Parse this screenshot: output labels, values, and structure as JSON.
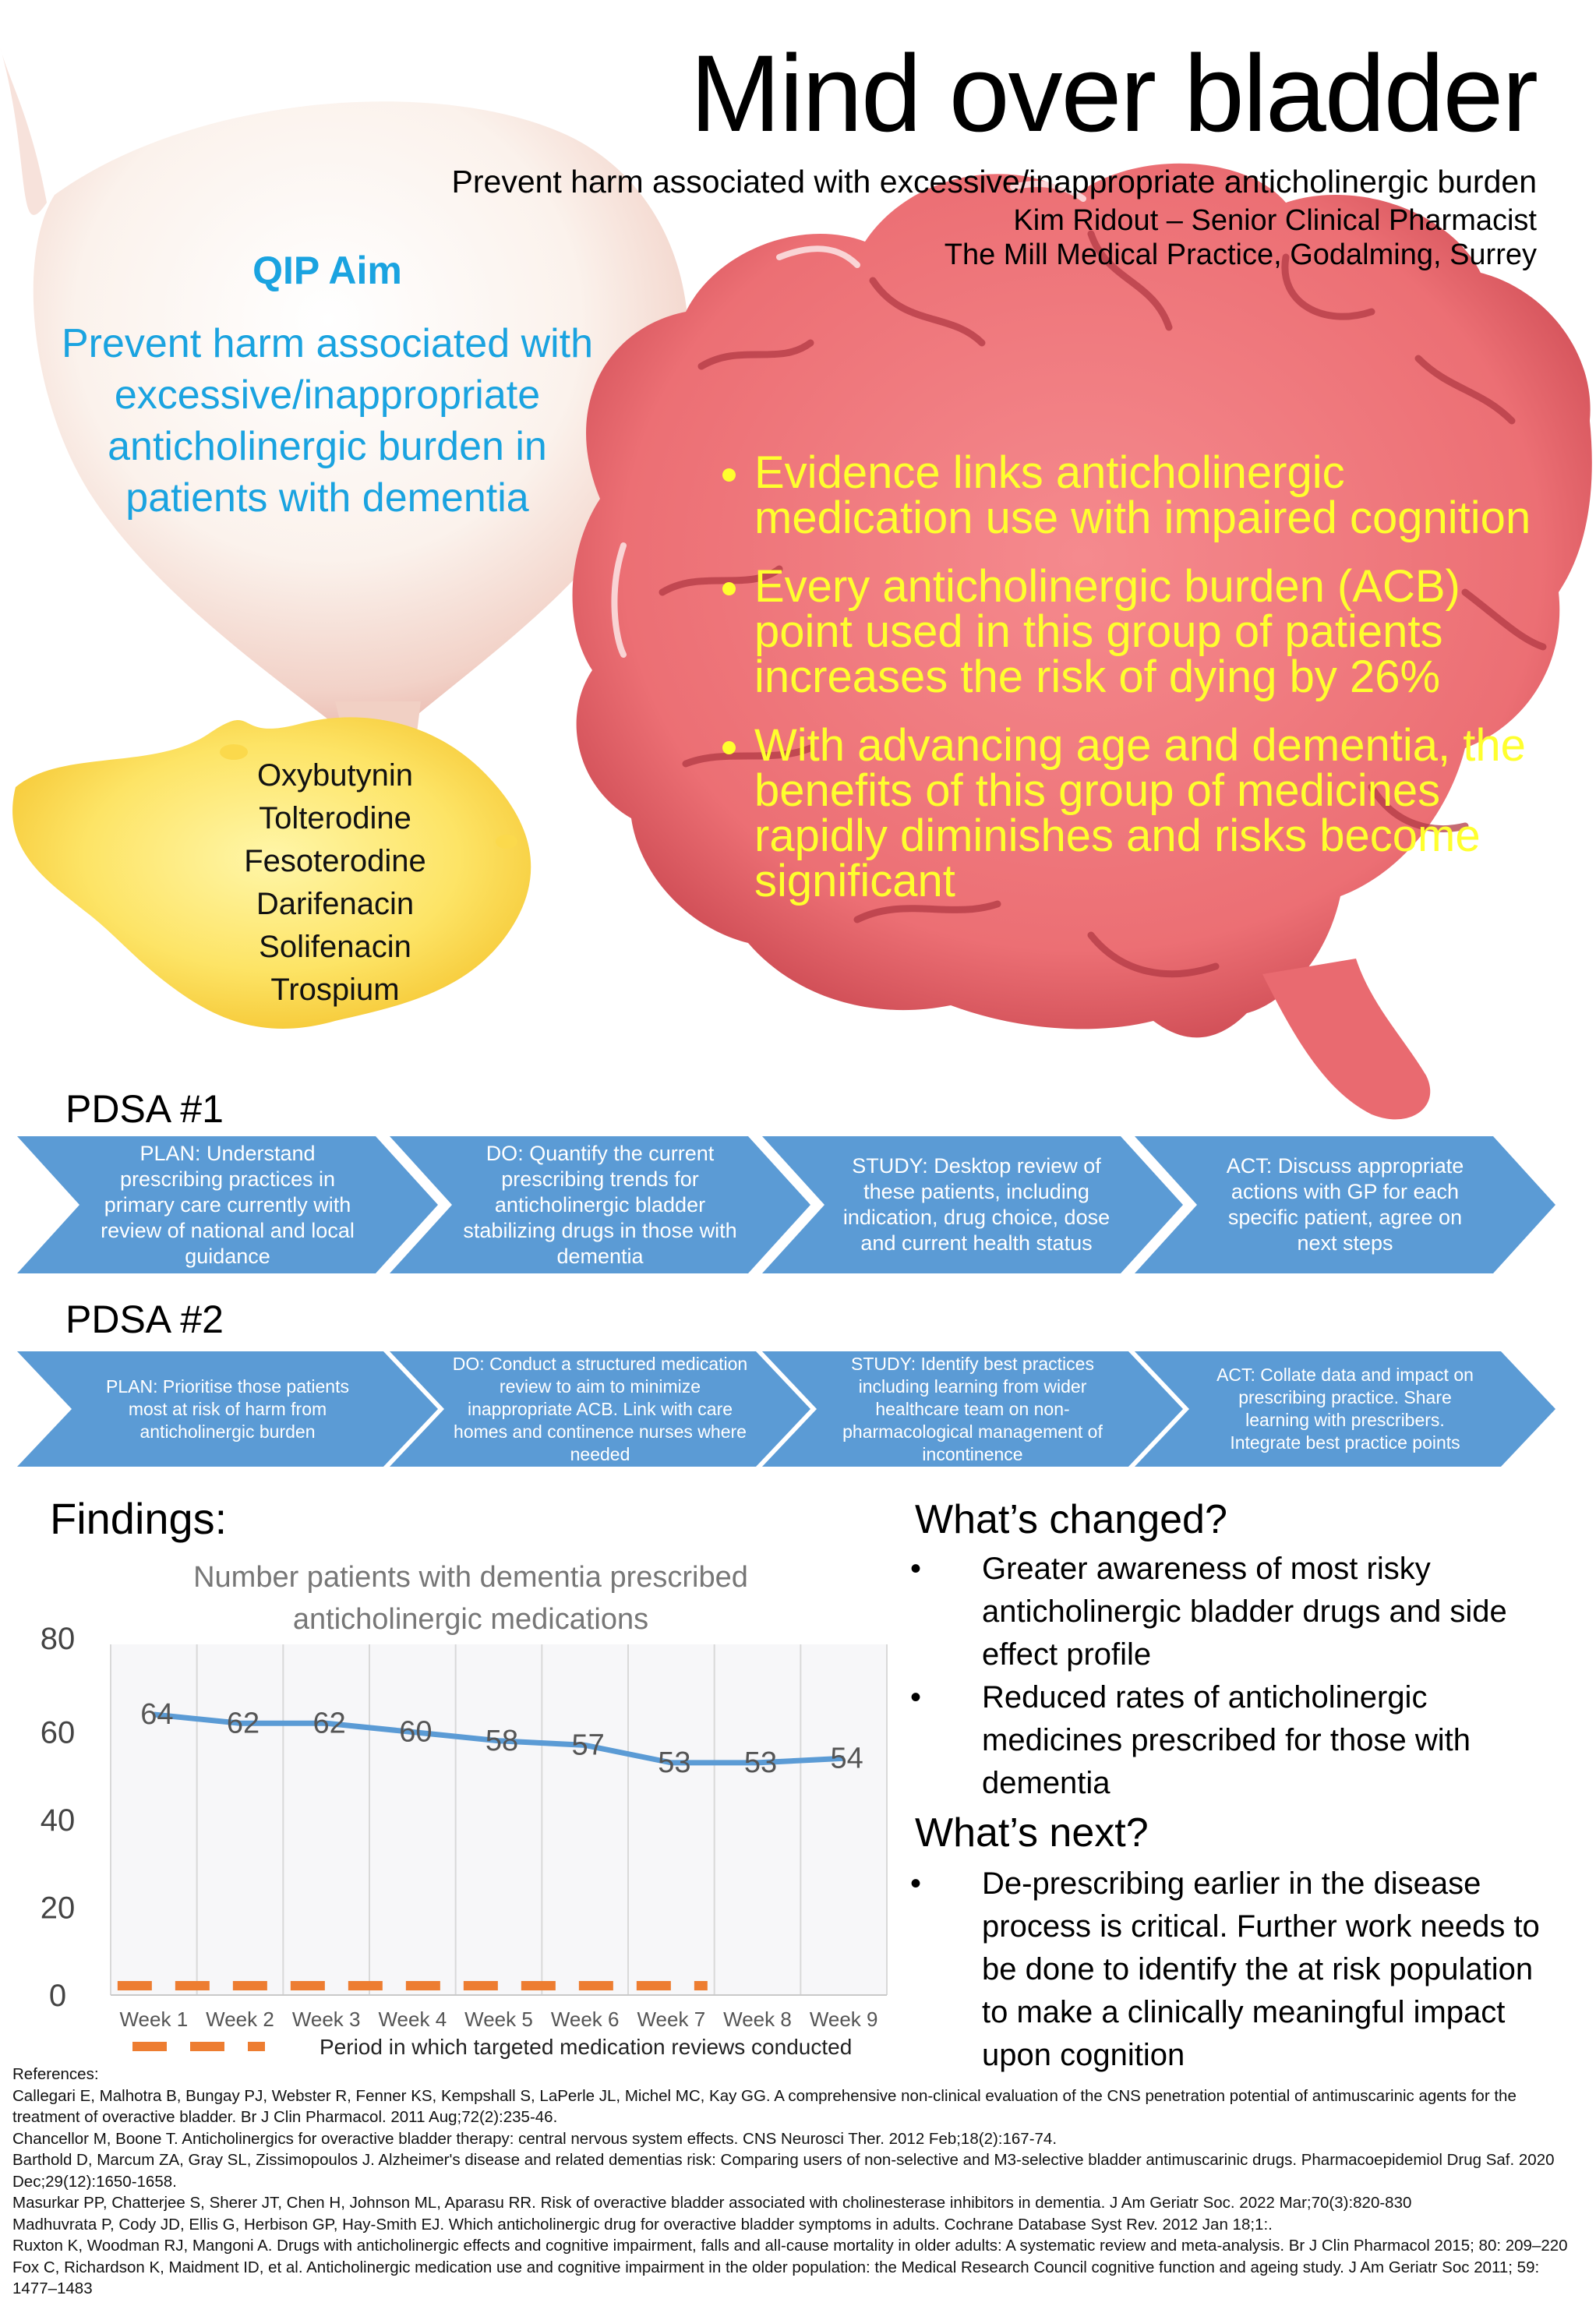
{
  "header": {
    "title": "Mind over bladder",
    "subtitle": "Prevent harm associated with excessive/inappropriate anticholinergic burden",
    "author": "Kim Ridout – Senior Clinical Pharmacist",
    "practice": "The Mill Medical Practice, Godalming, Surrey"
  },
  "qip": {
    "heading": "QIP Aim",
    "text": "Prevent harm associated with excessive/inappropriate anticholinergic burden in patients with dementia"
  },
  "drugs": [
    "Oxybutynin",
    "Tolterodine",
    "Fesoterodine",
    "Darifenacin",
    "Solifenacin",
    "Trospium"
  ],
  "evidence": [
    "Evidence links anticholinergic medication use with impaired cognition",
    "Every anticholinergic burden (ACB) point used in this group of patients increases the risk of dying by 26%",
    "With advancing age and dementia, the benefits of this group of medicines rapidly diminishes and risks become significant"
  ],
  "pdsa1": {
    "title": "PDSA #1",
    "steps": [
      "PLAN: Understand prescribing practices in primary care currently with review of national and local guidance",
      "DO: Quantify the current prescribing trends for anticholinergic bladder stabilizing drugs in those with dementia",
      "STUDY: Desktop review of these patients, including indication, drug choice, dose and current health status",
      "ACT: Discuss appropriate actions with GP for each specific patient, agree on next steps"
    ]
  },
  "pdsa2": {
    "title": "PDSA #2",
    "steps": [
      "PLAN: Prioritise those patients most at risk of harm from anticholinergic burden",
      "DO: Conduct a structured medication review to aim to minimize inappropriate ACB. Link with care homes and continence nurses where needed",
      "STUDY: Identify best practices including learning from wider healthcare team on non-pharmacological management of incontinence",
      "ACT: Collate data and impact on prescribing practice. Share learning with prescribers. Integrate best practice points"
    ]
  },
  "findings": {
    "title": "Findings:"
  },
  "chart_data": {
    "type": "line",
    "title": "Number patients with dementia prescribed anticholinergic medications",
    "categories": [
      "Week 1",
      "Week 2",
      "Week 3",
      "Week 4",
      "Week 5",
      "Week 6",
      "Week 7",
      "Week 8",
      "Week 9"
    ],
    "series": [
      {
        "name": "",
        "values": [
          64,
          62,
          62,
          60,
          58,
          57,
          53,
          53,
          54
        ],
        "color": "#5b9bd5"
      }
    ],
    "review_period": {
      "label": "Period in which targeted medication reviews conducted",
      "from": "Week 1",
      "to": "Week 7",
      "color": "#ed7d31"
    },
    "ylim": [
      0,
      80
    ],
    "yticks": [
      0,
      20,
      40,
      60,
      80
    ],
    "grid": "vertical",
    "legend": "bottom"
  },
  "changed": {
    "title": "What’s changed?",
    "bullet": "•",
    "items": [
      "Greater awareness of most risky anticholinergic bladder drugs and side effect profile",
      "Reduced rates of anticholinergic medicines prescribed for those with dementia"
    ]
  },
  "next": {
    "title": "What’s next?",
    "bullet": "•",
    "items": [
      "De-prescribing earlier in the disease process is critical. Further work needs to be done to identify the at risk population to make a clinically meaningful impact upon cognition"
    ]
  },
  "references": [
    "References:",
    "Callegari E, Malhotra B, Bungay PJ, Webster R, Fenner KS, Kempshall S, LaPerle JL, Michel MC, Kay GG. A comprehensive non-clinical evaluation of the CNS  penetration potential of antimuscarinic agents for the treatment of overactive bladder. Br J Clin Pharmacol. 2011 Aug;72(2):235-46.",
    "Chancellor M, Boone T. Anticholinergics for overactive bladder therapy: central nervous system effects. CNS Neurosci Ther. 2012 Feb;18(2):167-74.",
    "Barthold D, Marcum ZA, Gray SL, Zissimopoulos J. Alzheimer's disease and related dementias risk: Comparing users of non-selective and M3-selective bladder antimuscarinic drugs. Pharmacoepidemiol Drug Saf. 2020 Dec;29(12):1650-1658.",
    "Masurkar PP, Chatterjee S, Sherer JT, Chen H, Johnson ML, Aparasu RR. Risk of overactive bladder associated with cholinesterase inhibitors in dementia. J Am Geriatr Soc. 2022 Mar;70(3):820-830",
    "Madhuvrata P, Cody JD, Ellis G, Herbison GP, Hay-Smith EJ. Which anticholinergic drug for overactive bladder symptoms in adults. Cochrane Database Syst Rev. 2012 Jan 18;1:.",
    "Ruxton K, Woodman RJ, Mangoni A. Drugs with anticholinergic effects and cognitive impairment, falls and all-cause mortality in older adults: A systematic review and meta-analysis. Br J Clin Pharmacol 2015; 80: 209–220",
    "Fox C, Richardson K, Maidment ID, et al. Anticholinergic medication use and cognitive impairment in the older population: the Medical Research Council cognitive function and ageing study.  J Am Geriatr Soc 2011; 59: 1477–1483"
  ]
}
